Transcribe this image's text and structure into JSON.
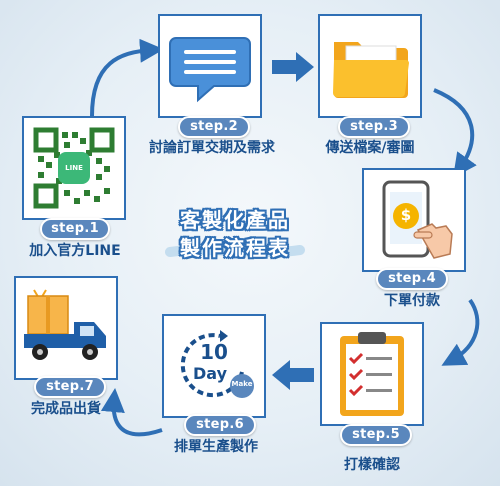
{
  "title": {
    "line1": "客製化產品",
    "line2": "製作流程表"
  },
  "colors": {
    "accent": "#2f6fb5",
    "pill": "#5a87bd",
    "label": "#1a4f8c",
    "background": "#e4eef5"
  },
  "steps": [
    {
      "step": "step.1",
      "label": "加入官方LINE",
      "icon": "line-qr-code-icon",
      "badge": "LINE"
    },
    {
      "step": "step.2",
      "label": "討論訂單交期及需求",
      "icon": "chat-bubble-icon"
    },
    {
      "step": "step.3",
      "label": "傳送檔案/審圖",
      "icon": "folder-icon"
    },
    {
      "step": "step.4",
      "label": "下單付款",
      "icon": "phone-payment-icon",
      "symbol": "$"
    },
    {
      "step": "step.5",
      "label": "打樣確認",
      "icon": "clipboard-checklist-icon"
    },
    {
      "step": "step.6",
      "label": "排單生產製作",
      "icon": "ten-day-make-icon",
      "num": "10",
      "unit": "Day",
      "make": "Make"
    },
    {
      "step": "step.7",
      "label": "完成品出貨",
      "icon": "delivery-truck-icon"
    }
  ]
}
